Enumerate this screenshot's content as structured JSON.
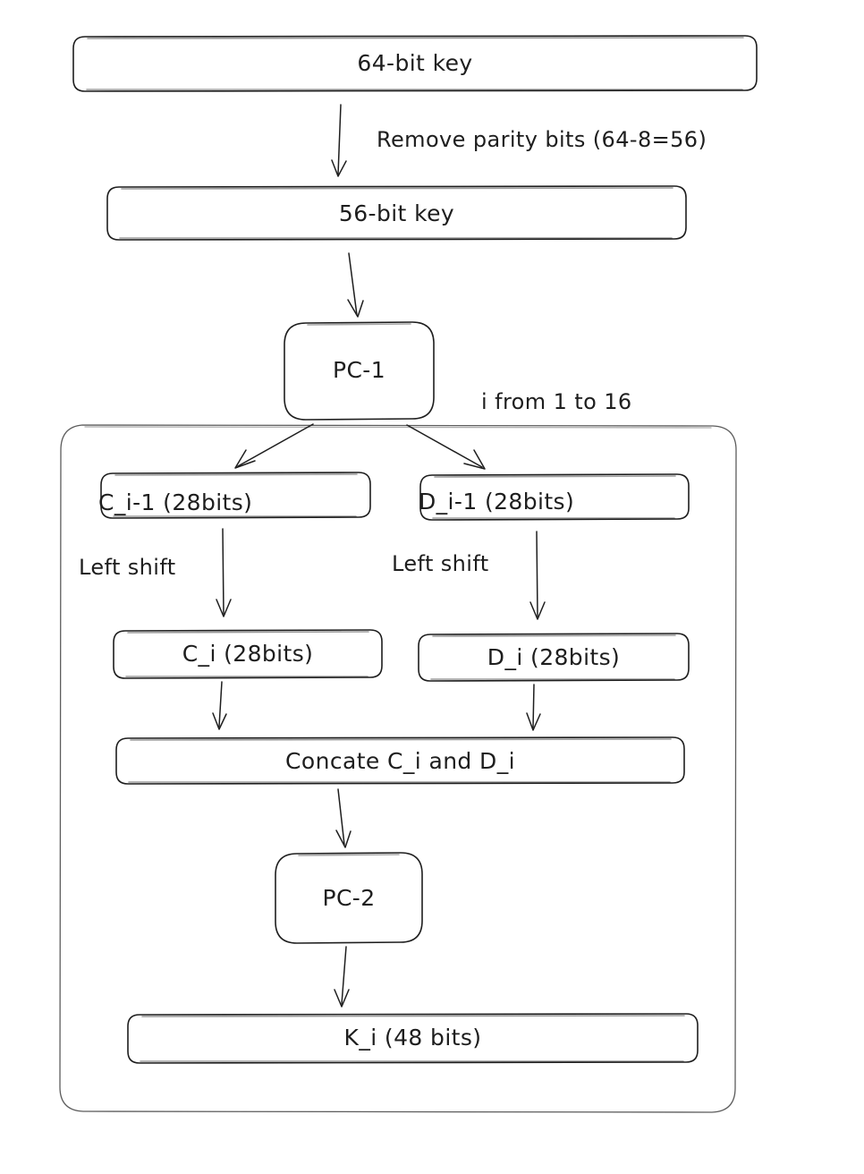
{
  "diagram": {
    "title": "DES key schedule",
    "style": "hand-drawn sketch",
    "stroke_color": "#1e1e1e",
    "background_color": "#ffffff"
  },
  "nodes": {
    "key64": {
      "label": "64-bit key"
    },
    "key56": {
      "label": "56-bit key"
    },
    "pc1": {
      "label": "PC-1"
    },
    "c_prev": {
      "label": "C_i-1 (28bits)"
    },
    "d_prev": {
      "label": "D_i-1 (28bits)"
    },
    "c_cur": {
      "label": "C_i (28bits)"
    },
    "d_cur": {
      "label": "D_i (28bits)"
    },
    "concat": {
      "label": "Concate C_i and D_i"
    },
    "pc2": {
      "label": "PC-2"
    },
    "subkey": {
      "label": "K_i (48 bits)"
    }
  },
  "edge_labels": {
    "remove_parity": "Remove parity bits (64-8=56)",
    "loop_range": "i from 1 to 16",
    "left_shift_c": "Left shift",
    "left_shift_d": "Left shift"
  },
  "container": {
    "name": "loop-frame",
    "label": "i from 1 to 16"
  }
}
